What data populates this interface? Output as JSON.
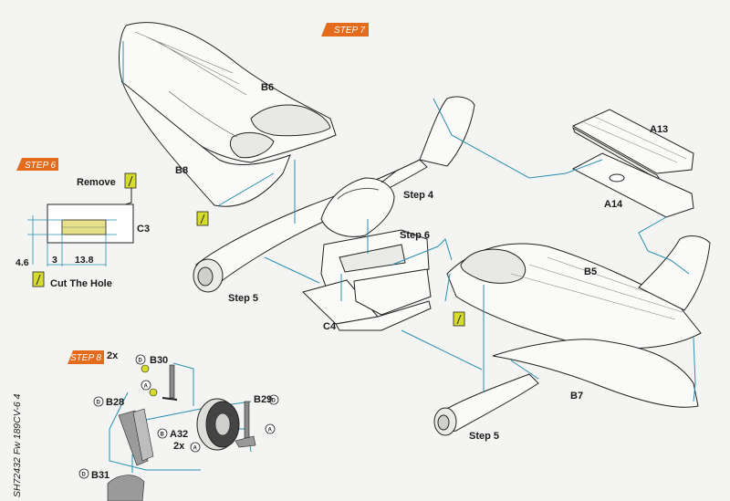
{
  "steps": {
    "step6": "STEP 6",
    "step7": "STEP 7",
    "step8": "STEP 8"
  },
  "step8_qty": "2x",
  "parts": {
    "b6": "B6",
    "b8": "B8",
    "a13": "A13",
    "a14": "A14",
    "b5": "B5",
    "b7": "B7",
    "c3": "C3",
    "c4": "C4",
    "b30": "B30",
    "b28": "B28",
    "a32": "A32",
    "b29": "B29",
    "b31": "B31"
  },
  "step_refs": {
    "step4": "Step 4",
    "step6": "Step 6",
    "step5_top": "Step 5",
    "step5_bottom": "Step 5"
  },
  "step6_detail": {
    "remove": "Remove",
    "cut_hole": "Cut The Hole",
    "dim_a": "4.6",
    "dim_b": "3",
    "dim_c": "13.8"
  },
  "a32_qty": "2x",
  "badge_letters": {
    "d": "D",
    "a": "A",
    "b": "B"
  },
  "side_caption": "SH72432 Fw 189CV-6  4",
  "colors": {
    "step_tag": "#e36b1b",
    "guide_line": "#2a8fb0",
    "glue_yellow": "#d6dc2c",
    "linework": "#222222",
    "paper": "#f4f4f2"
  }
}
